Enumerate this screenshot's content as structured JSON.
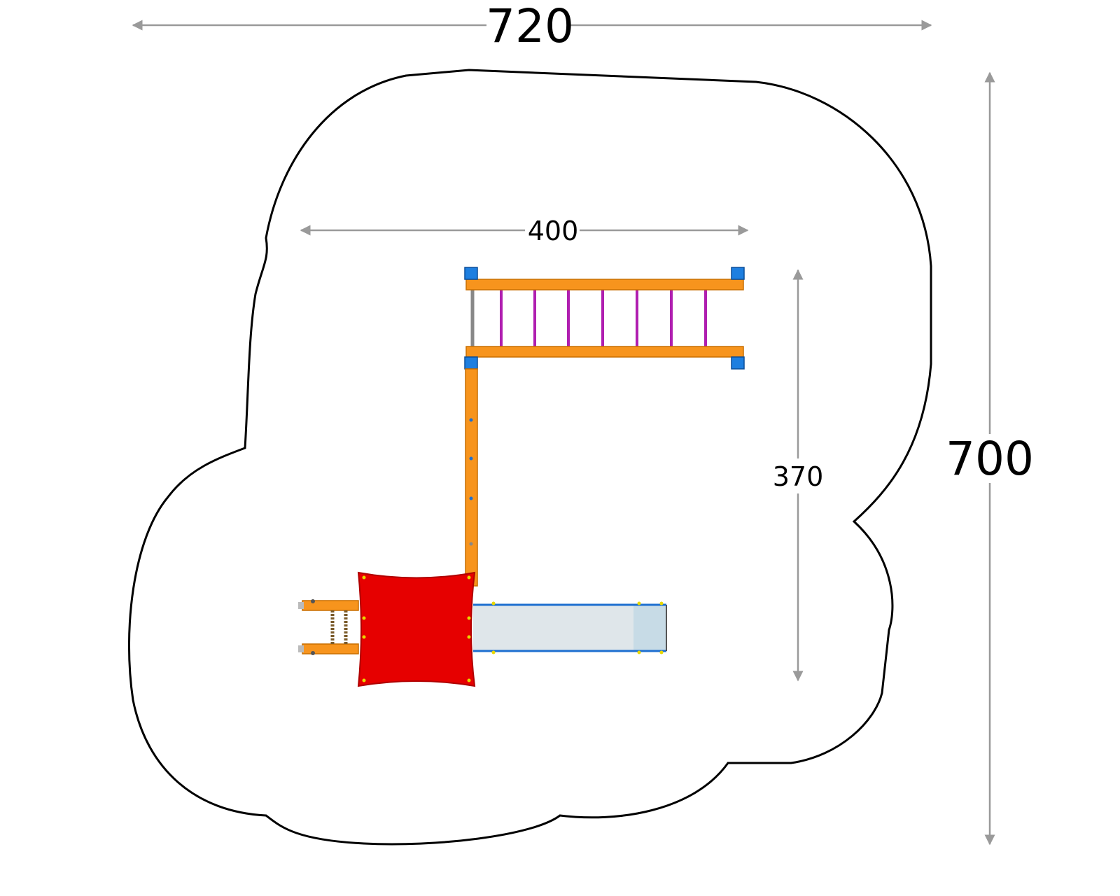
{
  "dimensions": {
    "overall_width": "720",
    "overall_depth": "700",
    "structure_width": "400",
    "structure_depth": "370"
  },
  "colors": {
    "background": "#ffffff",
    "safety_outline": "#000000",
    "dimension_line": "#9a9a9a",
    "beam": "#f7941d",
    "beam_edge": "#c96f00",
    "rung": "#b01fb0",
    "post_cap": "#1e7fe0",
    "roof": "#e60000",
    "roof_edge": "#b00000",
    "slide_bed": "#dfe6ea",
    "slide_rail": "#1e6fd0",
    "slide_exit": "#c7dbe6",
    "bolt": "#e8d800",
    "ladder_rope": "#7a5a2a"
  },
  "components": {
    "monkey_bar_rungs": 7,
    "slide": "slide",
    "roof": "roof",
    "ladder": "ladder"
  }
}
